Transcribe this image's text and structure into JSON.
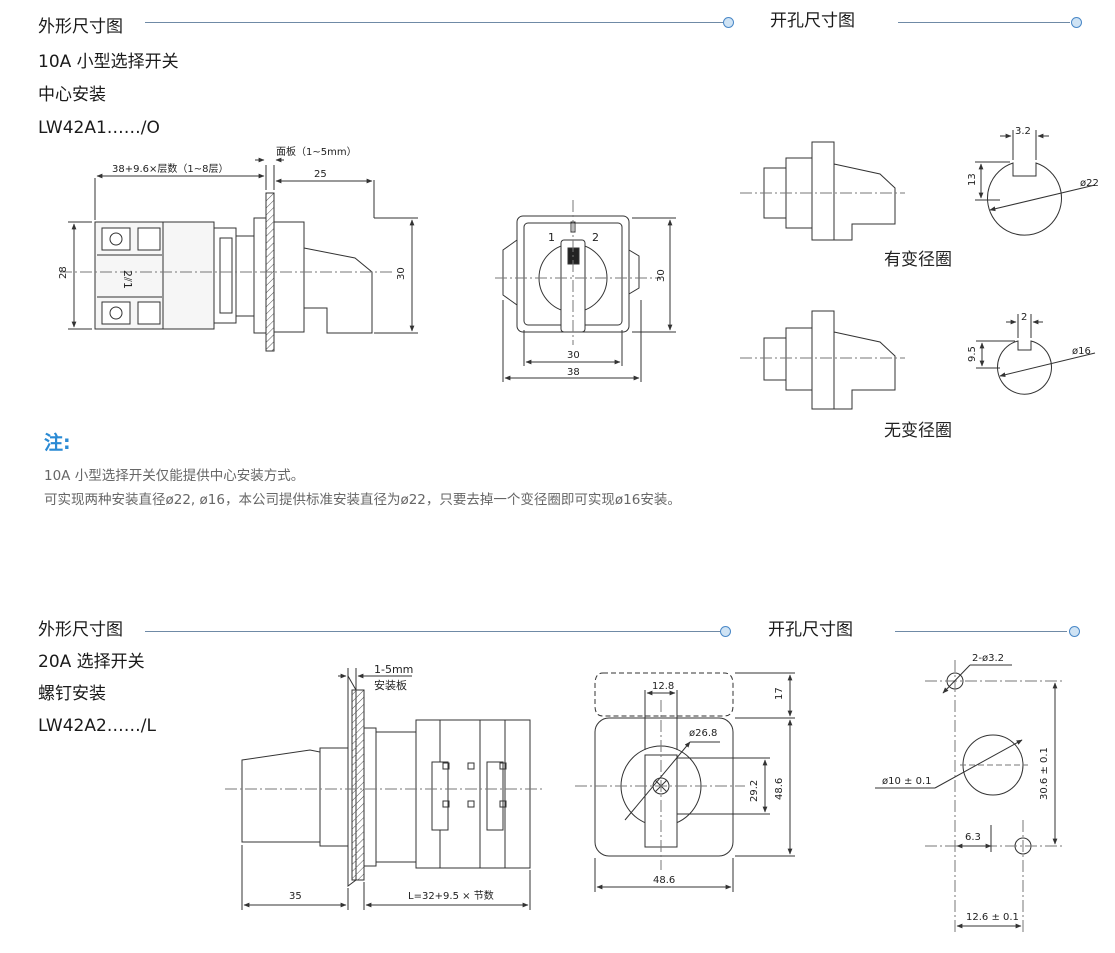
{
  "section1": {
    "header_left": "外形尺寸图",
    "header_right": "开孔尺寸图",
    "titles": [
      "10A 小型选择开关",
      "中心安装",
      "LW42A1……/O"
    ],
    "dims": {
      "panel": "面板（1~5mm）",
      "layers": "38+9.6×层数（1~8层）",
      "d25": "25",
      "d28": "28",
      "d30_side": "30",
      "pos1": "1",
      "pos2": "2",
      "d30_front_v": "30",
      "d30_front_h": "30",
      "d38_front": "38",
      "d3_2": "3.2",
      "d13": "13",
      "dia22": "ø22",
      "d2": "2",
      "d9_5": "9.5",
      "dia16": "ø16",
      "switch_label": "2⫽1"
    },
    "caption_with_ring": "有变径圈",
    "caption_without_ring": "无变径圈"
  },
  "notes": {
    "title": "注:",
    "lines": [
      "10A 小型选择开关仅能提供中心安装方式。",
      "可实现两种安装直径ø22, ø16，本公司提供标准安装直径为ø22，只要去掉一个变径圈即可实现ø16安装。"
    ]
  },
  "section2": {
    "header_left": "外形尺寸图",
    "header_right": "开孔尺寸图",
    "titles": [
      "20A 选择开关",
      "螺钉安装",
      "LW42A2……/L"
    ],
    "dims": {
      "panel_mm": "1-5mm",
      "panel_name": "安装板",
      "d35": "35",
      "length_formula": "L=32+9.5 × 节数",
      "d12_8": "12.8",
      "d17": "17",
      "dia26_8": "ø26.8",
      "d48_6_v": "48.6",
      "d29_2": "29.2",
      "d48_6_h": "48.6",
      "holes": "2-ø3.2",
      "dia10": "ø10 ± 0.1",
      "d30_6": "30.6 ± 0.1",
      "d6_3": "6.3",
      "d12_6": "12.6 ± 0.1"
    }
  },
  "colors": {
    "header_line": "#6f8aa6",
    "header_dot_stroke": "#4a88c7",
    "header_dot_fill": "#cfe3f4",
    "note_title": "#2a8ad4",
    "note_text": "#666666",
    "drawing_stroke": "#333333"
  }
}
